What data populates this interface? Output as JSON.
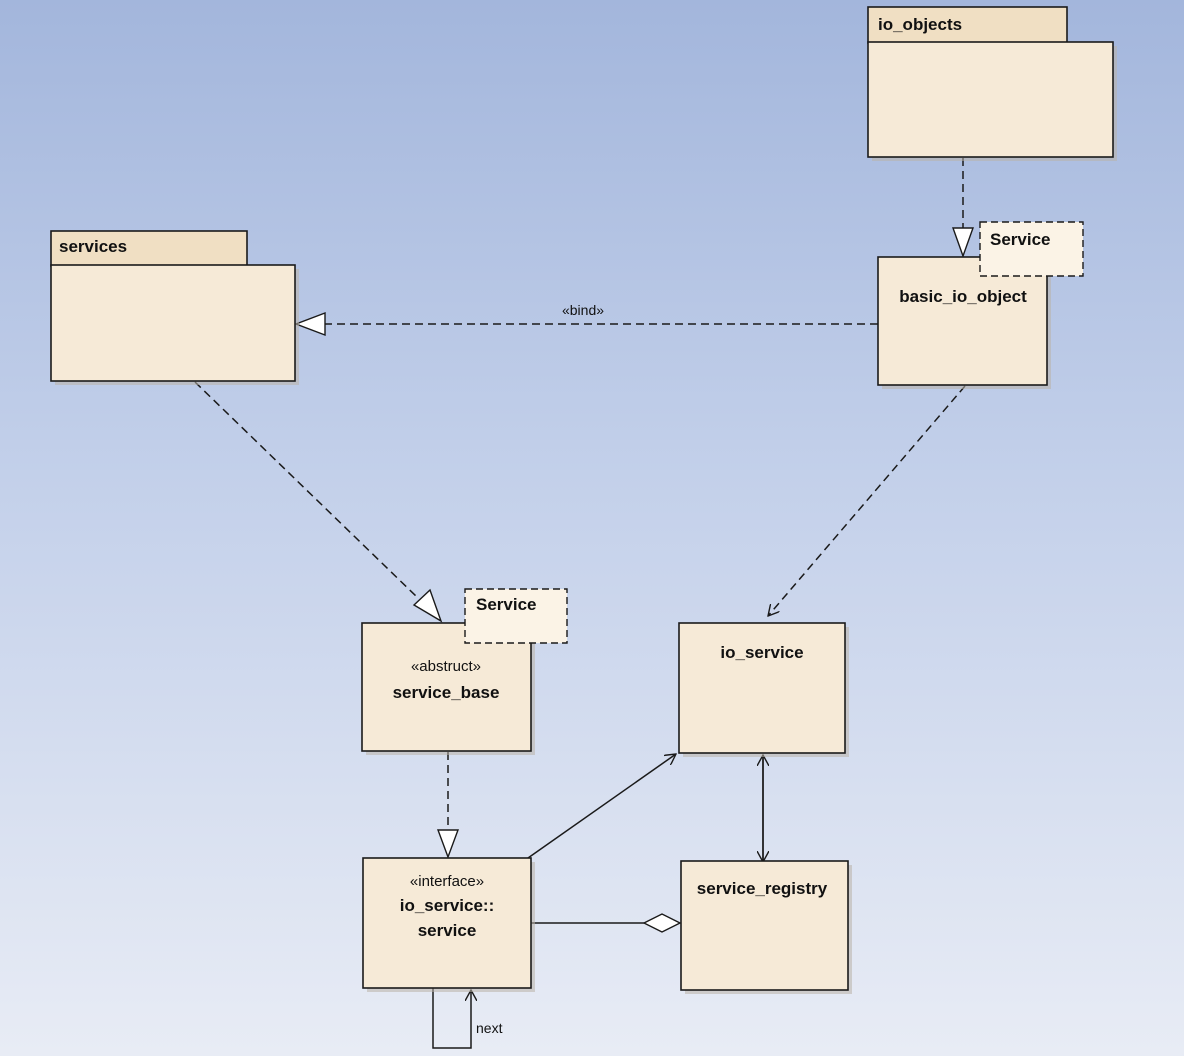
{
  "packages": {
    "io_objects": "io_objects",
    "services": "services"
  },
  "classes": {
    "basic_io_object": {
      "name": "basic_io_object",
      "template_param": "Service"
    },
    "service_base": {
      "stereotype": "«abstruct»",
      "name": "service_base",
      "template_param": "Service"
    },
    "io_service": {
      "name": "io_service"
    },
    "service_registry": {
      "name": "service_registry"
    },
    "io_service_service": {
      "stereotype": "«interface»",
      "name_line1": "io_service::",
      "name_line2": "service"
    }
  },
  "connectors": {
    "bind_label": "«bind»",
    "self_label": "next"
  }
}
